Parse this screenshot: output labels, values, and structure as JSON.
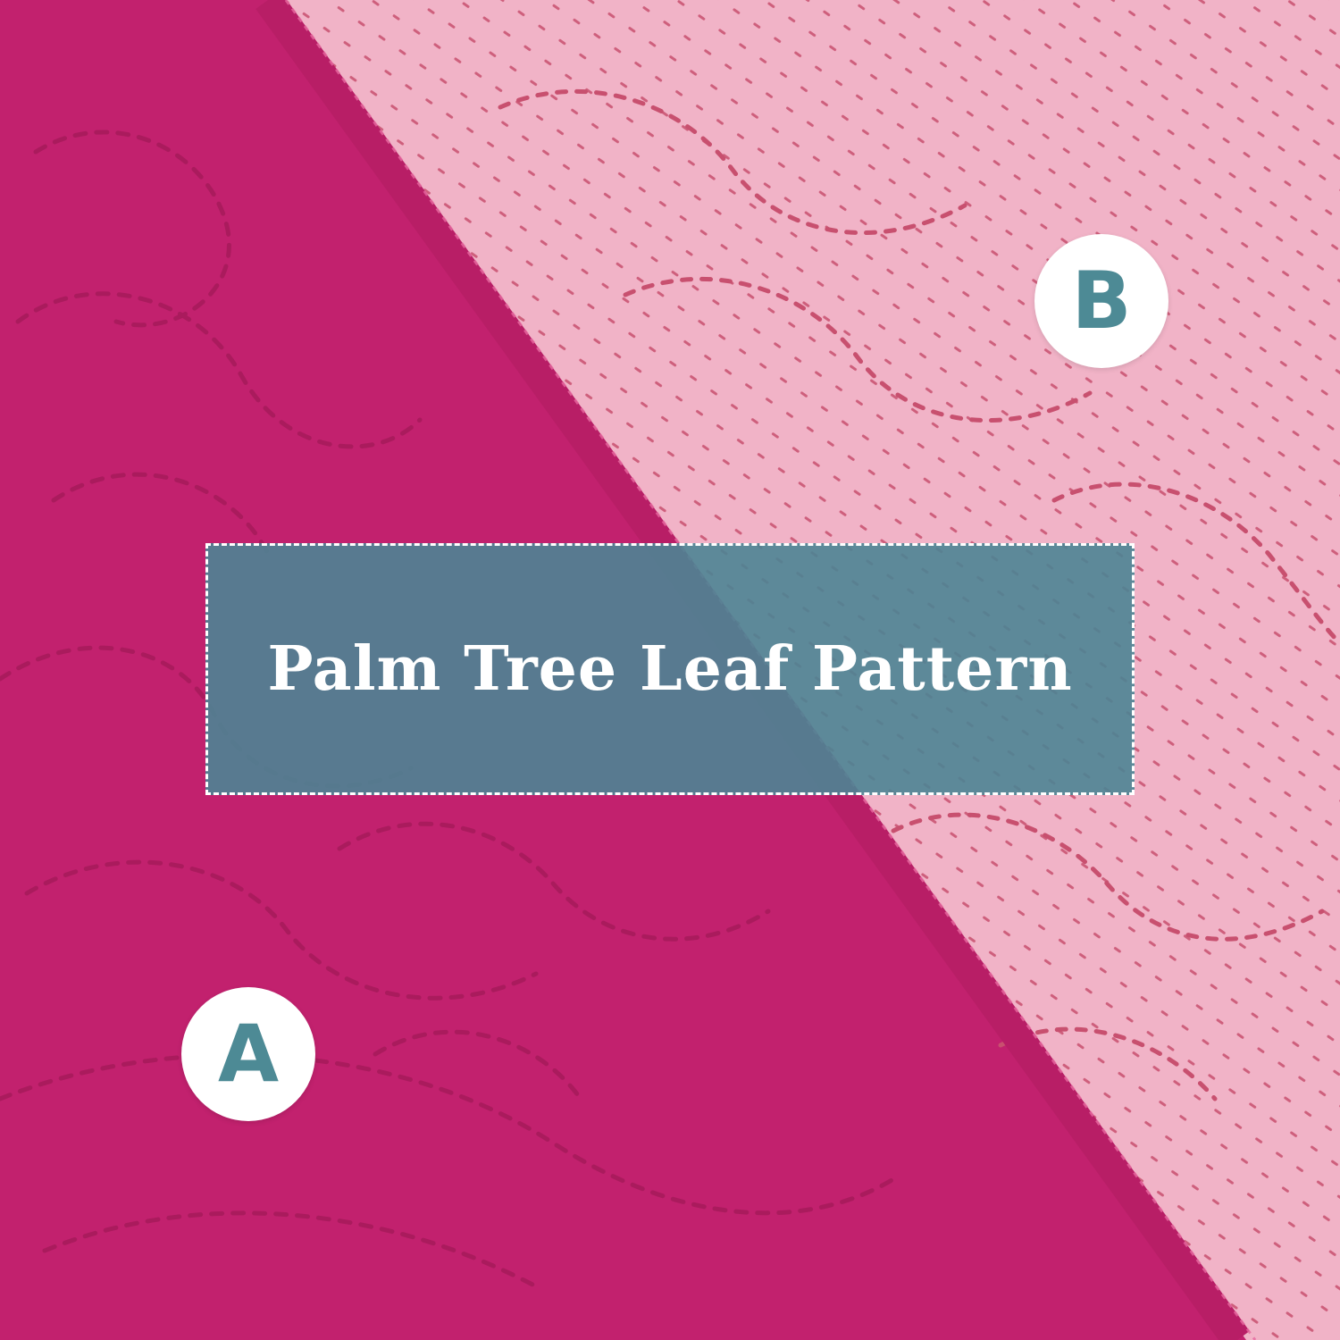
{
  "colors": {
    "side_a_fabric": "#c2216e",
    "side_b_fabric": "#f1b3c7",
    "stitch_a": "#a61a5b",
    "stitch_b": "#c8506f",
    "piping": "#b81e66",
    "banner_fill": "#4d8493",
    "badge_letter": "#4d8a95",
    "text_light": "#ffffff"
  },
  "banner": {
    "title": "Palm Tree Leaf Pattern"
  },
  "badges": {
    "side_a": "A",
    "side_b": "B"
  }
}
